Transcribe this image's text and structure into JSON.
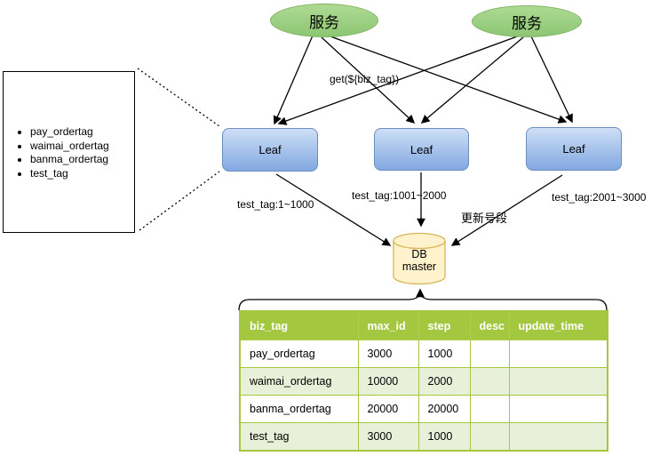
{
  "diagram": {
    "services": {
      "s1": "服务",
      "s2": "服务"
    },
    "leaves": {
      "l1": "Leaf",
      "l2": "Leaf",
      "l3": "Leaf"
    },
    "db": {
      "line1": "DB",
      "line2": "master"
    },
    "edge_labels": {
      "get": "get(${biz_tag})",
      "seg1": "test_tag:1~1000",
      "seg2": "test_tag:1001~2000",
      "seg3": "test_tag:2001~3000",
      "update": "更新号段"
    },
    "callout": {
      "items": [
        "pay_ordertag",
        "waimai_ordertag",
        "banma_ordertag",
        "test_tag"
      ]
    },
    "colors": {
      "service_fill_top": "#AEDA93",
      "service_fill_bottom": "#8CC673",
      "service_stroke": "#82B366",
      "leaf_fill_top": "#CEDFF6",
      "leaf_fill_bottom": "#82A8E1",
      "leaf_stroke": "#6C8EBF",
      "db_fill": "#FFF2CC",
      "db_stroke": "#D6B656",
      "table_green": "#A3C73F",
      "table_row_alt": "#E9F0D9"
    }
  },
  "table": {
    "columns": [
      "biz_tag",
      "max_id",
      "step",
      "desc",
      "update_time"
    ],
    "rows": [
      {
        "cells": [
          "pay_ordertag",
          "3000",
          "1000",
          "",
          ""
        ]
      },
      {
        "cells": [
          "waimai_ordertag",
          "10000",
          "2000",
          "",
          ""
        ]
      },
      {
        "cells": [
          "banma_ordertag",
          "20000",
          "20000",
          "",
          ""
        ]
      },
      {
        "cells": [
          "test_tag",
          "3000",
          "1000",
          "",
          ""
        ]
      }
    ]
  }
}
